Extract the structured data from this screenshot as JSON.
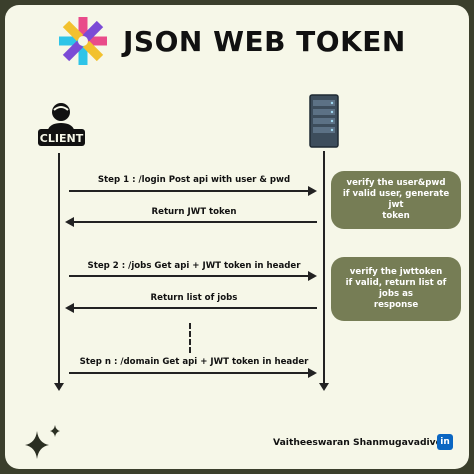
{
  "header": {
    "title": "JSON WEB TOKEN"
  },
  "client": {
    "label": "CLIENT"
  },
  "messages": [
    {
      "label": "Step 1 :  /login Post api with user & pwd",
      "direction": "right"
    },
    {
      "label": "Return JWT token",
      "direction": "left"
    },
    {
      "label": "Step 2 :  /jobs Get api + JWT token in header",
      "direction": "right"
    },
    {
      "label": "Return list of jobs",
      "direction": "left"
    },
    {
      "label": "Step n :  /domain Get api + JWT token in header",
      "direction": "right"
    }
  ],
  "notes": [
    {
      "text": "verify the user&pwd\nif valid user, generate jwt\ntoken"
    },
    {
      "text": "verify the jwttoken\nif valid, return list of jobs as\nresponse"
    }
  ],
  "footer": {
    "author": "Vaitheeswaran Shanmugavadivel",
    "linkedin_badge": "in"
  },
  "colors": {
    "background": "#f6f7e8",
    "frame": "#3b3f2c",
    "note_fill": "#767d55",
    "linkedin": "#0a66c2"
  },
  "icons": [
    "jwt-logo-icon",
    "client-user-icon",
    "server-icon",
    "sparkle-icon",
    "linkedin-icon"
  ]
}
